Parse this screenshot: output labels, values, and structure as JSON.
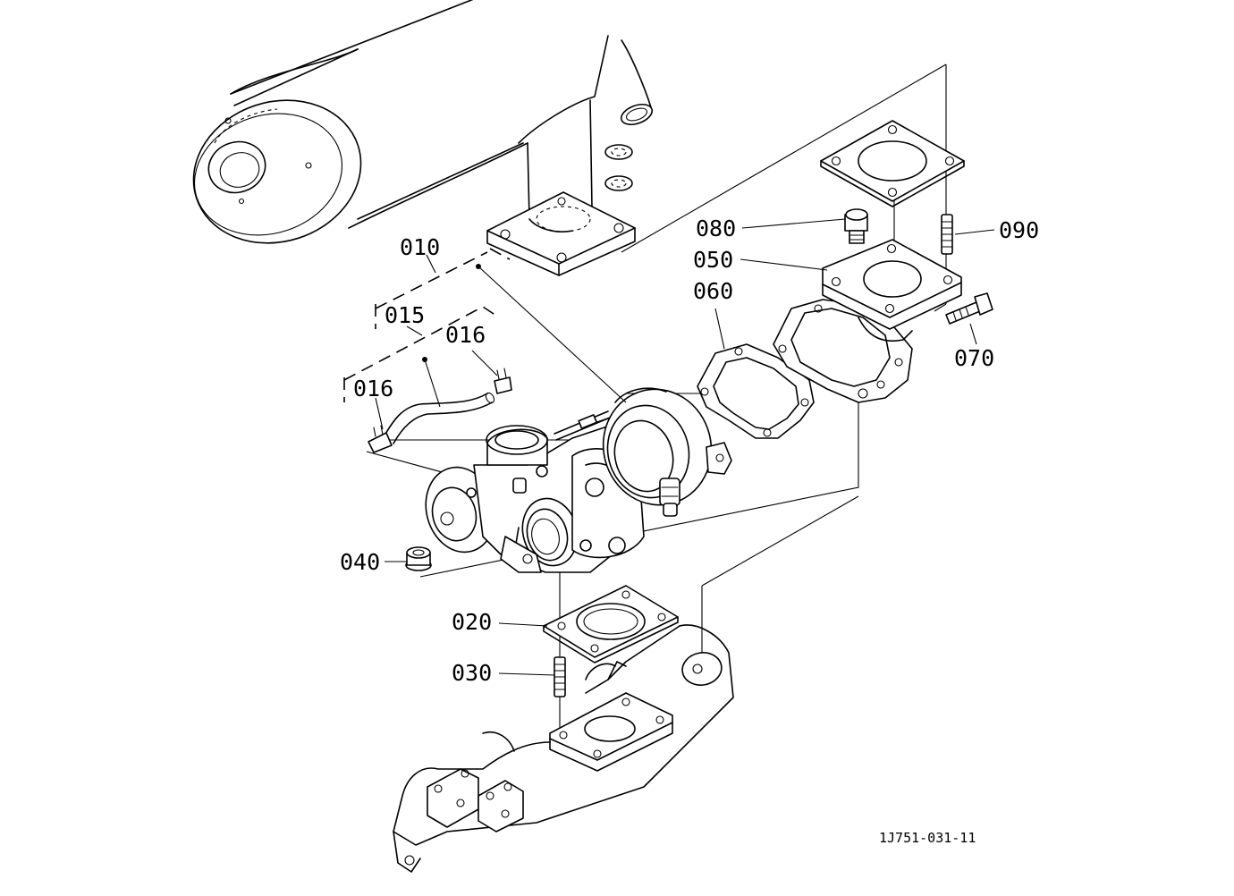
{
  "labels": {
    "p010": "010",
    "p015": "015",
    "p016a": "016",
    "p016b": "016",
    "p020": "020",
    "p030": "030",
    "p040": "040",
    "p050": "050",
    "p060": "060",
    "p070": "070",
    "p080": "080",
    "p090": "090"
  },
  "reference_code": "1J751-031-11"
}
